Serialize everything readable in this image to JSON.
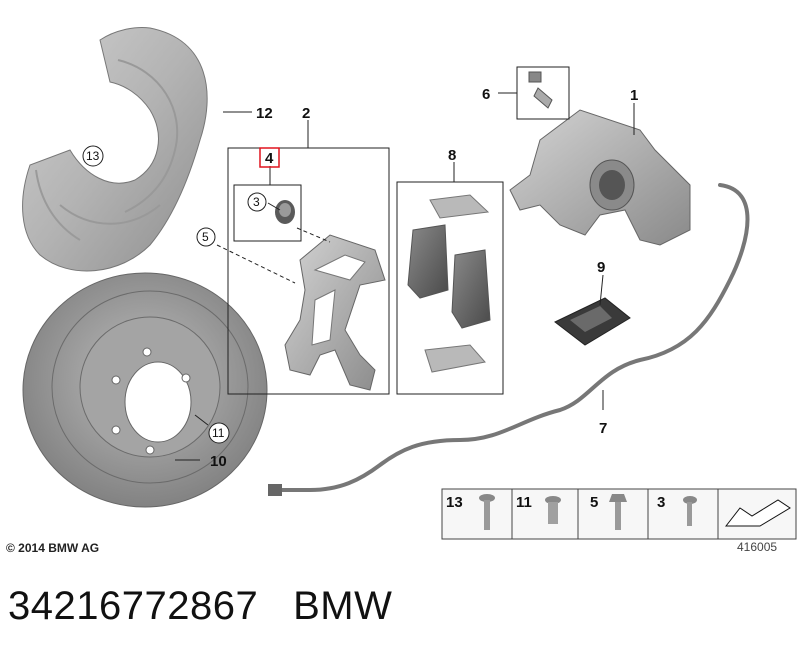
{
  "diagram": {
    "callouts": {
      "c1": "1",
      "c2": "2",
      "c4": "4",
      "c6": "6",
      "c7": "7",
      "c8": "8",
      "c9": "9",
      "c10": "10",
      "c12": "12"
    },
    "circled": {
      "c3": "3",
      "c5": "5",
      "c11": "11",
      "c13": "13"
    },
    "highlight_color": "#e0141e",
    "legend": {
      "items": [
        "13",
        "11",
        "5",
        "3"
      ]
    },
    "copyright": "© 2014 BMW AG",
    "diagram_code": "416005"
  },
  "footer": {
    "part_number": "34216772867",
    "brand": "BMW"
  }
}
